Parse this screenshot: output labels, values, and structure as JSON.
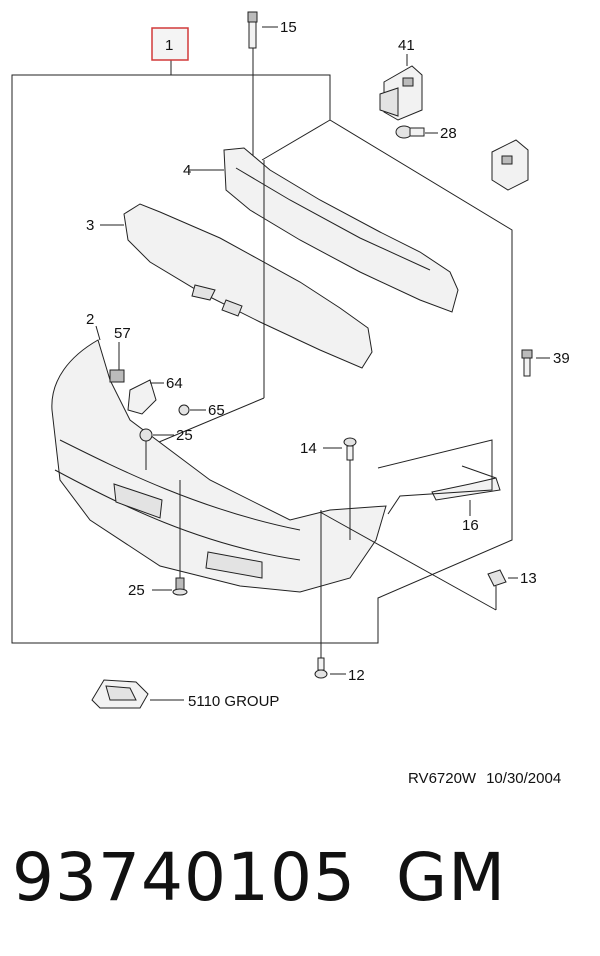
{
  "callouts": {
    "c1": "1",
    "c2": "2",
    "c3": "3",
    "c4": "4",
    "c12": "12",
    "c13": "13",
    "c14": "14",
    "c15": "15",
    "c16": "16",
    "c25a": "25",
    "c25b": "25",
    "c28": "28",
    "c39": "39",
    "c41": "41",
    "c57": "57",
    "c64": "64",
    "c65": "65",
    "group": "5110 GROUP"
  },
  "reference": {
    "drawing_code": "RV6720W",
    "date": "10/30/2004"
  },
  "part": {
    "number": "93740105",
    "brand": "GM"
  },
  "colors": {
    "highlight_border": "#d23a3a",
    "line": "#222222"
  }
}
